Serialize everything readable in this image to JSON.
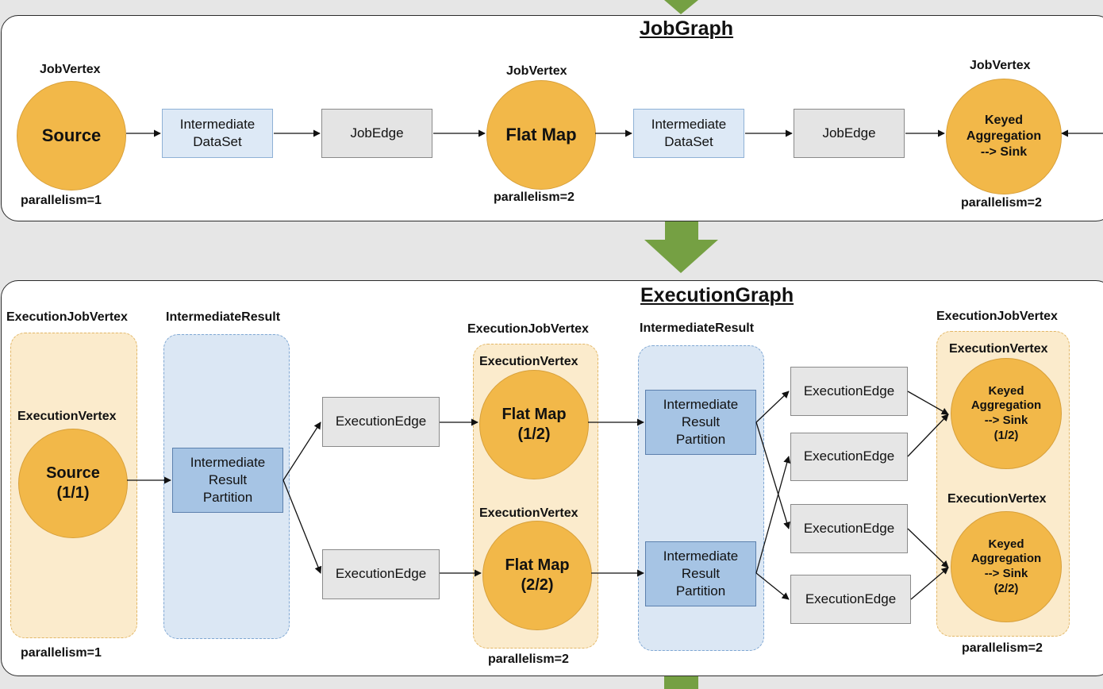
{
  "job_graph": {
    "title": "JobGraph",
    "vertex_caption": "JobVertex",
    "source": {
      "label": "Source",
      "parallelism": "parallelism=1"
    },
    "flatmap": {
      "label": "Flat Map",
      "parallelism": "parallelism=2"
    },
    "sink": {
      "label": "Keyed\nAggregation\n--> Sink",
      "parallelism": "parallelism=2"
    },
    "dataset_label": "Intermediate\nDataSet",
    "edge_label": "JobEdge"
  },
  "execution_graph": {
    "title": "ExecutionGraph",
    "ejv_caption": "ExecutionJobVertex",
    "ir_caption": "IntermediateResult",
    "ev_caption": "ExecutionVertex",
    "edge_label": "ExecutionEdge",
    "partition_label": "Intermediate\nResult\nPartition",
    "source_vertex": "Source\n(1/1)",
    "flatmap_vertices": [
      "Flat Map\n(1/2)",
      "Flat Map\n(2/2)"
    ],
    "sink_vertices": [
      "Keyed\nAggregation\n--> Sink\n(1/2)",
      "Keyed\nAggregation\n--> Sink\n(2/2)"
    ],
    "parallelism_source": "parallelism=1",
    "parallelism_flatmap": "parallelism=2",
    "parallelism_sink": "parallelism=2"
  },
  "colors": {
    "vertex_fill": "#f2b849",
    "dataset_fill": "#dde9f6",
    "partition_fill": "#a6c4e4",
    "edge_fill": "#e4e4e4",
    "transition_arrow": "#75a043"
  }
}
